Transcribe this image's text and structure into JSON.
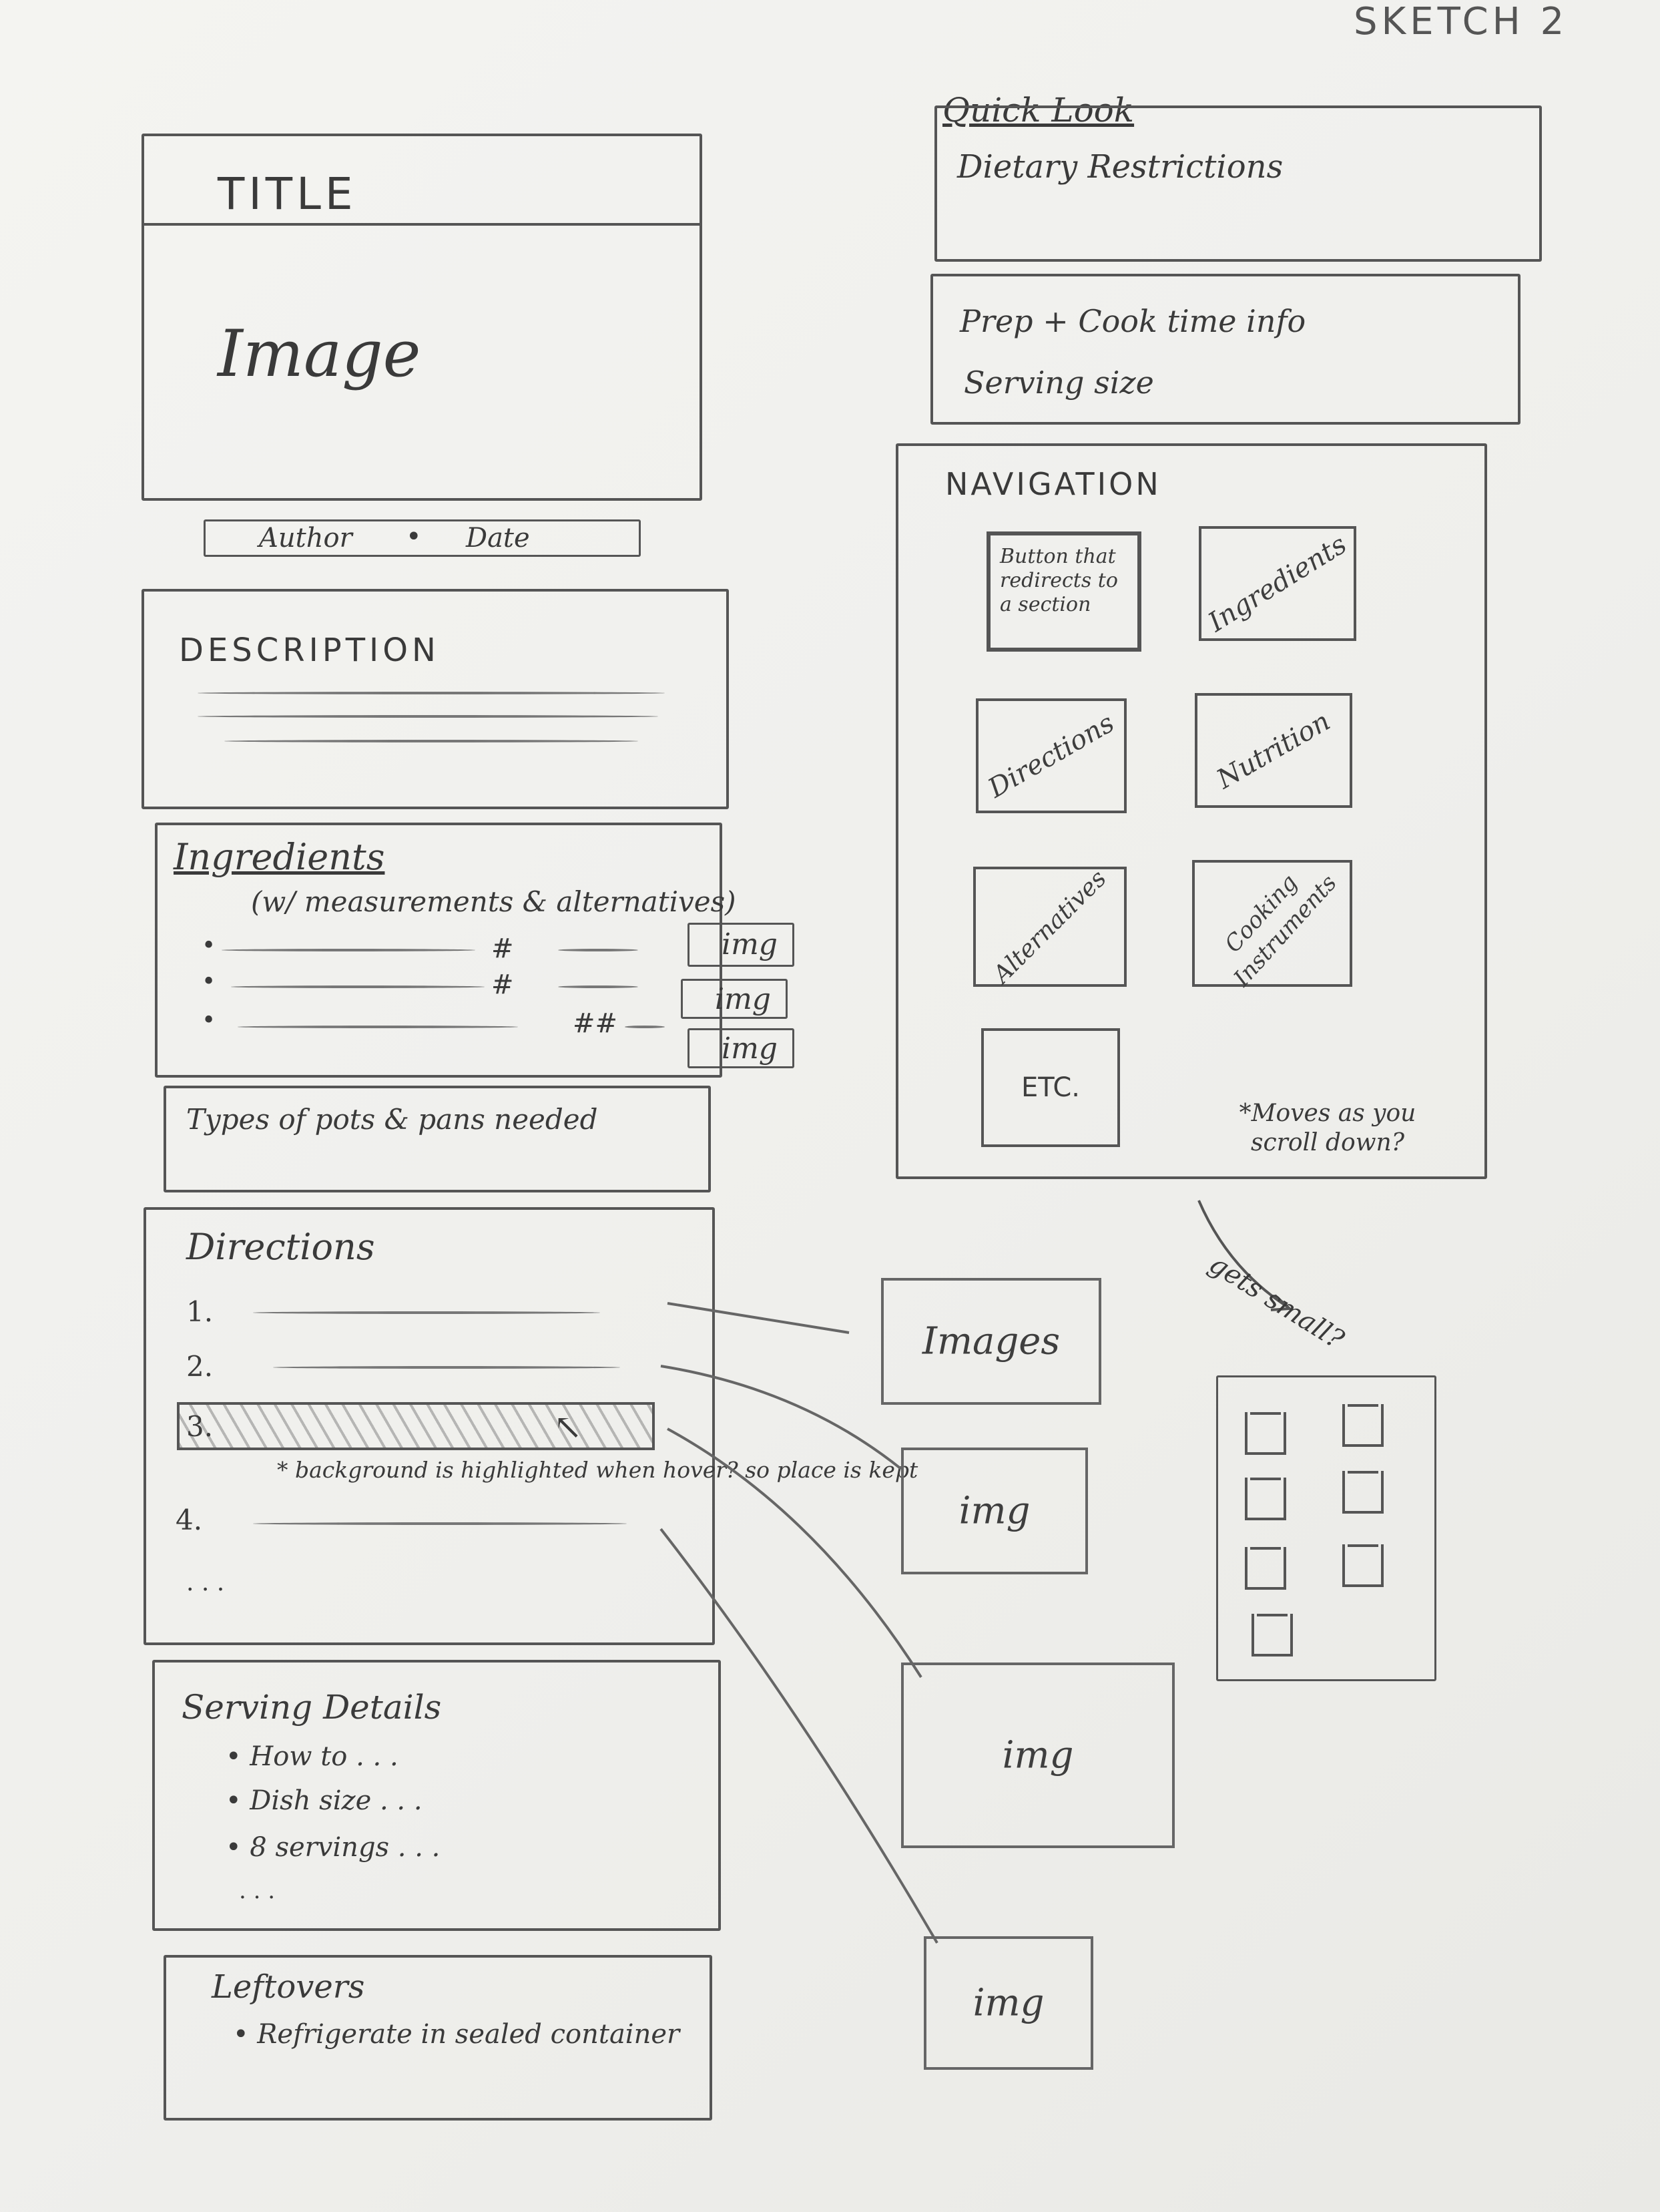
{
  "sketch_label": "SKETCH 2",
  "left": {
    "title": "TITLE",
    "image": "Image",
    "author": "Author",
    "dot": "•",
    "date": "Date",
    "description": "DESCRIPTION",
    "ingredients": {
      "title": "Ingredients",
      "subtitle": "(w/ measurements & alternatives)",
      "bullets": [
        "•",
        "•",
        "•"
      ],
      "marks": [
        "#",
        "#",
        "##"
      ],
      "img_labels": [
        "img",
        "img",
        "img"
      ]
    },
    "pots": "Types of pots & pans needed",
    "directions": {
      "title": "Directions",
      "steps": [
        "1.",
        "2.",
        "3.",
        "4.",
        ". . ."
      ],
      "hover_note": "* background is highlighted when hover? so place is kept"
    },
    "serving": {
      "title": "Serving Details",
      "items": [
        "• How to . . .",
        "• Dish size . . .",
        "• 8 servings . . .",
        ". . ."
      ]
    },
    "leftovers": {
      "title": "Leftovers",
      "items": [
        "• Refrigerate in sealed container"
      ]
    }
  },
  "right": {
    "quick_look_heading": "Quick Look",
    "dietary": "Dietary Restrictions",
    "prep": "Prep + Cook time info",
    "serving_size": "Serving size",
    "navigation": {
      "title": "NAVIGATION",
      "buttons": [
        "Button that redirects to a section",
        "Ingredients",
        "Directions",
        "Nutrition",
        "Alternatives",
        "Cooking Instruments",
        "ETC."
      ],
      "note": "*Moves as you scroll down?"
    },
    "gets_small": "gets small?",
    "images_label": "Images",
    "img_labels": [
      "img",
      "img",
      "img"
    ]
  }
}
